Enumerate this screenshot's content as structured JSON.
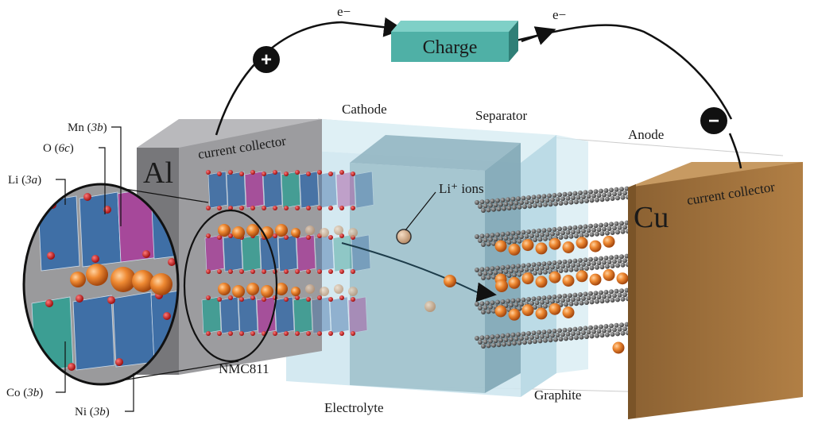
{
  "labels": {
    "electron_left": "e−",
    "electron_right": "e−",
    "charge": "Charge",
    "plus": "+",
    "minus": "−",
    "cathode": "Cathode",
    "separator": "Separator",
    "anode": "Anode",
    "al": "Al",
    "cu": "Cu",
    "current_collector_left": "current collector",
    "current_collector_right": "current collector",
    "li_ions": "Li⁺ ions",
    "nmc811": "NMC811",
    "electrolyte": "Electrolyte",
    "graphite": "Graphite"
  },
  "sites": {
    "mn": {
      "element": "Mn",
      "site": "3b"
    },
    "o": {
      "element": "O",
      "site": "6c"
    },
    "li": {
      "element": "Li",
      "site": "3a"
    },
    "co": {
      "element": "Co",
      "site": "3b"
    },
    "ni": {
      "element": "Ni",
      "site": "3b"
    }
  },
  "colors": {
    "al_collector": "#8c8c8f",
    "cu_collector": "#a0743f",
    "electrolyte": "#cfe7ef",
    "separator": "#9ebfca",
    "charge_box": "#4fb0a6",
    "li_ion": "#e8822e",
    "oxygen": "#d91e1e",
    "octa_blue": "#3f6fa6",
    "octa_magenta": "#a6489a",
    "octa_teal": "#3c9e93",
    "graphite": "#555555"
  }
}
